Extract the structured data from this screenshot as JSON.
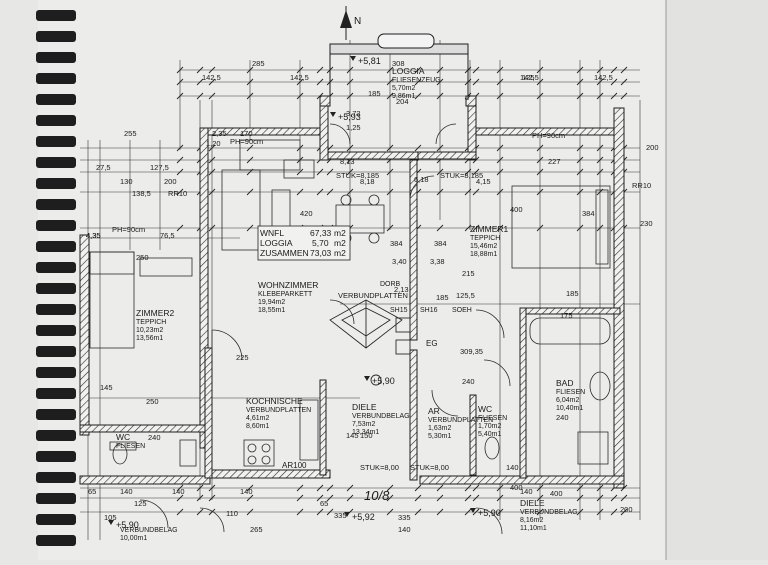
{
  "plan": {
    "north_marker": "N",
    "flat_summary": {
      "rows": [
        {
          "label": "WNFL",
          "value": "67,33",
          "unit": "m2"
        },
        {
          "label": "LOGGIA",
          "value": "5,70",
          "unit": "m2"
        },
        {
          "label": "ZUSAMMEN",
          "value": "73,03",
          "unit": "m2"
        }
      ]
    },
    "rooms": [
      {
        "name": "LOGGIA",
        "floor": "FLIESENZEUG",
        "area": "5,70m2",
        "perimeter": "9,86m1"
      },
      {
        "name": "ZIMMER1",
        "floor": "TEPPICH",
        "area": "15,46m2",
        "perimeter": "18,88m1"
      },
      {
        "name": "WOHNZIMMER",
        "floor": "KLEBEPARKETT",
        "area": "19,94m2",
        "perimeter": "18,55m1"
      },
      {
        "name": "ZIMMER2",
        "floor": "TEPPICH",
        "area": "10,23m2",
        "perimeter": "13,56m1"
      },
      {
        "name": "KOCHNISCHE",
        "floor": "VERBUNDPLATTEN",
        "area": "4,61m2",
        "perimeter": "8,60m1"
      },
      {
        "name": "DIELE",
        "floor": "VERBUNDBELAG",
        "area": "7,53m2",
        "perimeter": "13,34m1"
      },
      {
        "name": "AR",
        "floor": "VERBUNDPLATTEN",
        "area": "1,63m2",
        "perimeter": "5,30m1"
      },
      {
        "name": "WC",
        "floor": "FLIESEN",
        "area": "1,70m2",
        "perimeter": "5,40m1"
      },
      {
        "name": "BAD",
        "floor": "FLIESEN",
        "area": "6,04m2",
        "perimeter": "10,40m1"
      },
      {
        "name": "WC",
        "floor": "FLIESEN",
        "area": "",
        "perimeter": ""
      },
      {
        "name": "DIELE",
        "floor": "VERBUNDBELAG",
        "area": "8,16m2",
        "perimeter": "11,10m1"
      },
      {
        "name": "",
        "floor": "VERBUNDBELAG",
        "area": "10,00m1",
        "perimeter": ""
      }
    ],
    "labels": {
      "verbundplatten": "VERBUNDPLATTEN",
      "eg": "EG",
      "ar_row": "AR100",
      "page_note": "10/8"
    },
    "dimensions": {
      "top_loggia": [
        "308",
        "204",
        "285",
        "142,5",
        "142,5",
        "125",
        "185",
        "227",
        "142,5",
        "142,5"
      ],
      "left": [
        "255",
        "170",
        "127,5",
        "27,5",
        "130",
        "138,5",
        "200",
        "76,5",
        "4,35",
        "250",
        "145",
        "225",
        "250",
        "240",
        "140",
        "125",
        "110"
      ],
      "middle": [
        "420",
        "384",
        "384",
        "215",
        "125,5",
        "185",
        "309,35",
        "240",
        "150",
        "145",
        "335",
        "140",
        "65"
      ],
      "right": [
        "400",
        "384",
        "185",
        "175",
        "200",
        "230",
        "140",
        "140",
        "240",
        "200"
      ],
      "bottom": [
        "335",
        "140",
        "400",
        "400",
        "140",
        "65",
        "105",
        "265"
      ],
      "small": [
        "2,35",
        "1,20",
        "4,35",
        "3,72",
        "1,25",
        "2,13",
        "8,18",
        "4,15",
        "6,18",
        "8,13",
        "3,40",
        "3,38"
      ]
    },
    "levels": [
      "+5,81",
      "+5,93",
      "+5,90",
      "+5,90",
      "+5,92",
      "+5,90"
    ],
    "notes": {
      "ph_left": "PH=90cm",
      "ph_right": "PH=90cm",
      "ph_lower": "PH=90cm",
      "stuk1": "STUK=8,185",
      "stuk2": "STUK=8,185",
      "stuk3": "STUK=8,00",
      "stuk4": "STUK=8,00",
      "rr1": "RR10",
      "rr2": "RR10",
      "soeh": "SOEH",
      "dorb": "DORB",
      "sh15": "SH15",
      "sh16": "SH16"
    }
  }
}
